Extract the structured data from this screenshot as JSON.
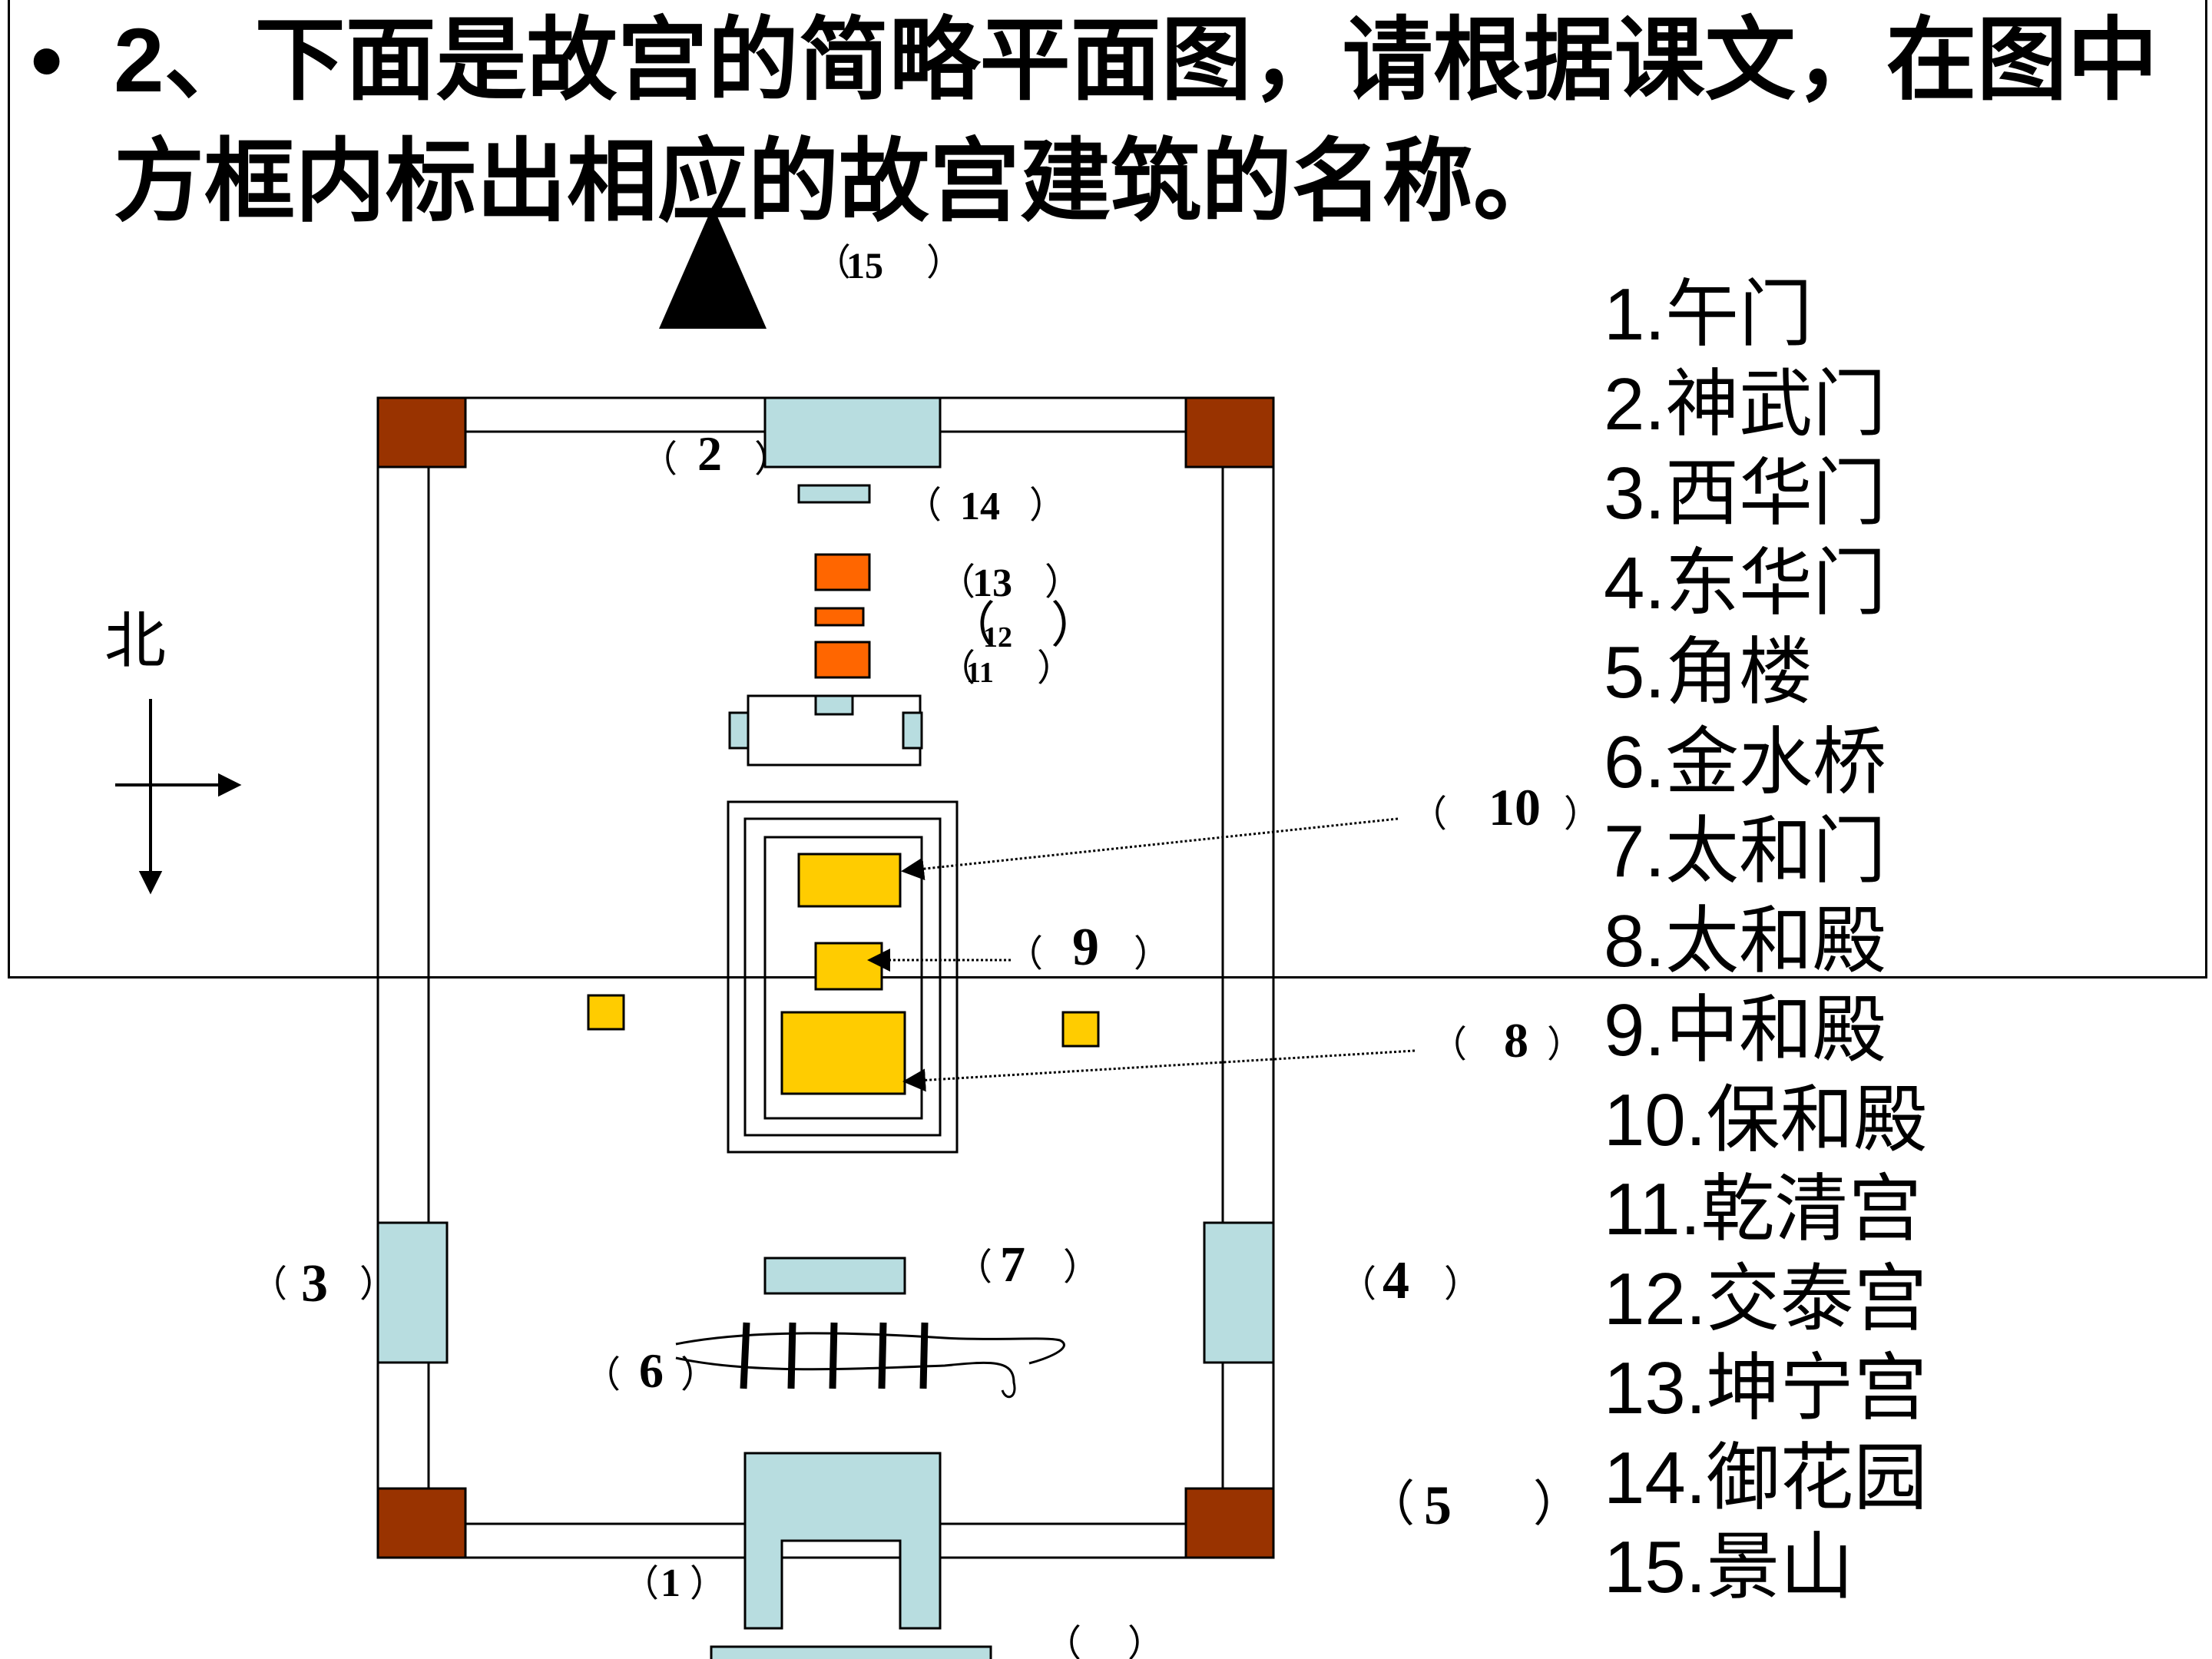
{
  "title": {
    "bullet": "•",
    "text": "2、下面是故宫的简略平面图，请根据课文，在图中方框内标出相应的故宫建筑的名称。"
  },
  "compass": {
    "north_label": "北"
  },
  "legend": [
    "1.午门",
    "2.神武门",
    "3.西华门",
    "4.东华门",
    "5.角楼",
    "6.金水桥",
    "7.太和门",
    "8.太和殿",
    "9.中和殿",
    "10.保和殿",
    "11.乾清宫",
    "12.交泰宫",
    "13.坤宁宫",
    "14.御花园",
    "15.景山"
  ],
  "labels": {
    "n15": "15",
    "n2": "2",
    "n14": "14",
    "n13": "13",
    "n12": "12",
    "n11": "11",
    "n10": "10",
    "n9": "9",
    "n8": "8",
    "n7": "7",
    "n6": "6",
    "n3": "3",
    "n4": "4",
    "n5": "5",
    "n1": "1"
  },
  "colors": {
    "wall_fill": "#ffffff",
    "corner_tower": "#993300",
    "gate": "#b8dde0",
    "hall": "#ffcc00",
    "palace": "#ff6600",
    "line": "#000000"
  }
}
